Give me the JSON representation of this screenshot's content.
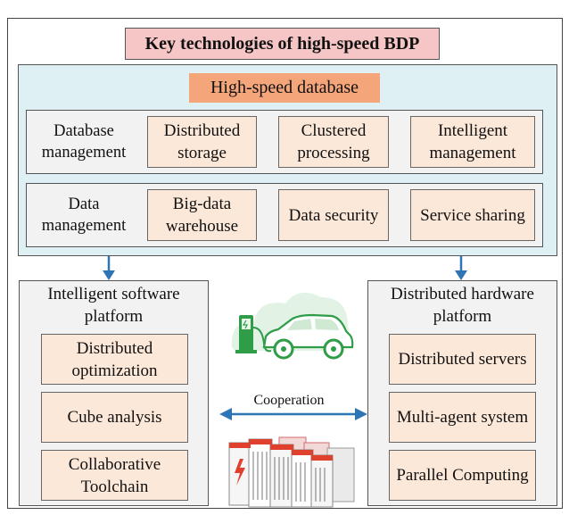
{
  "title": "Key technologies of high-speed BDP",
  "database": {
    "title": "High-speed database",
    "rows": [
      {
        "label": "Database management",
        "items": [
          "Distributed storage",
          "Clustered processing",
          "Intelligent management"
        ]
      },
      {
        "label": "Data management",
        "items": [
          "Big-data warehouse",
          "Data security",
          "Service sharing"
        ]
      }
    ]
  },
  "software": {
    "title": "Intelligent software platform",
    "items": [
      "Distributed optimization",
      "Cube analysis",
      "Collaborative Toolchain"
    ]
  },
  "hardware": {
    "title": "Distributed hardware platform",
    "items": [
      "Distributed servers",
      "Multi-agent system",
      "Parallel Computing"
    ]
  },
  "cooperation_label": "Cooperation",
  "colors": {
    "title_fill": "#f6c6c6",
    "db_panel_fill": "#dff0f5",
    "db_title_fill": "#f4a57a",
    "item_fill": "#fce8d9",
    "panel_fill": "#f2f2f2",
    "arrow": "#2e75b6",
    "ev_green": "#3fae4b",
    "server_red": "#e0412f"
  }
}
